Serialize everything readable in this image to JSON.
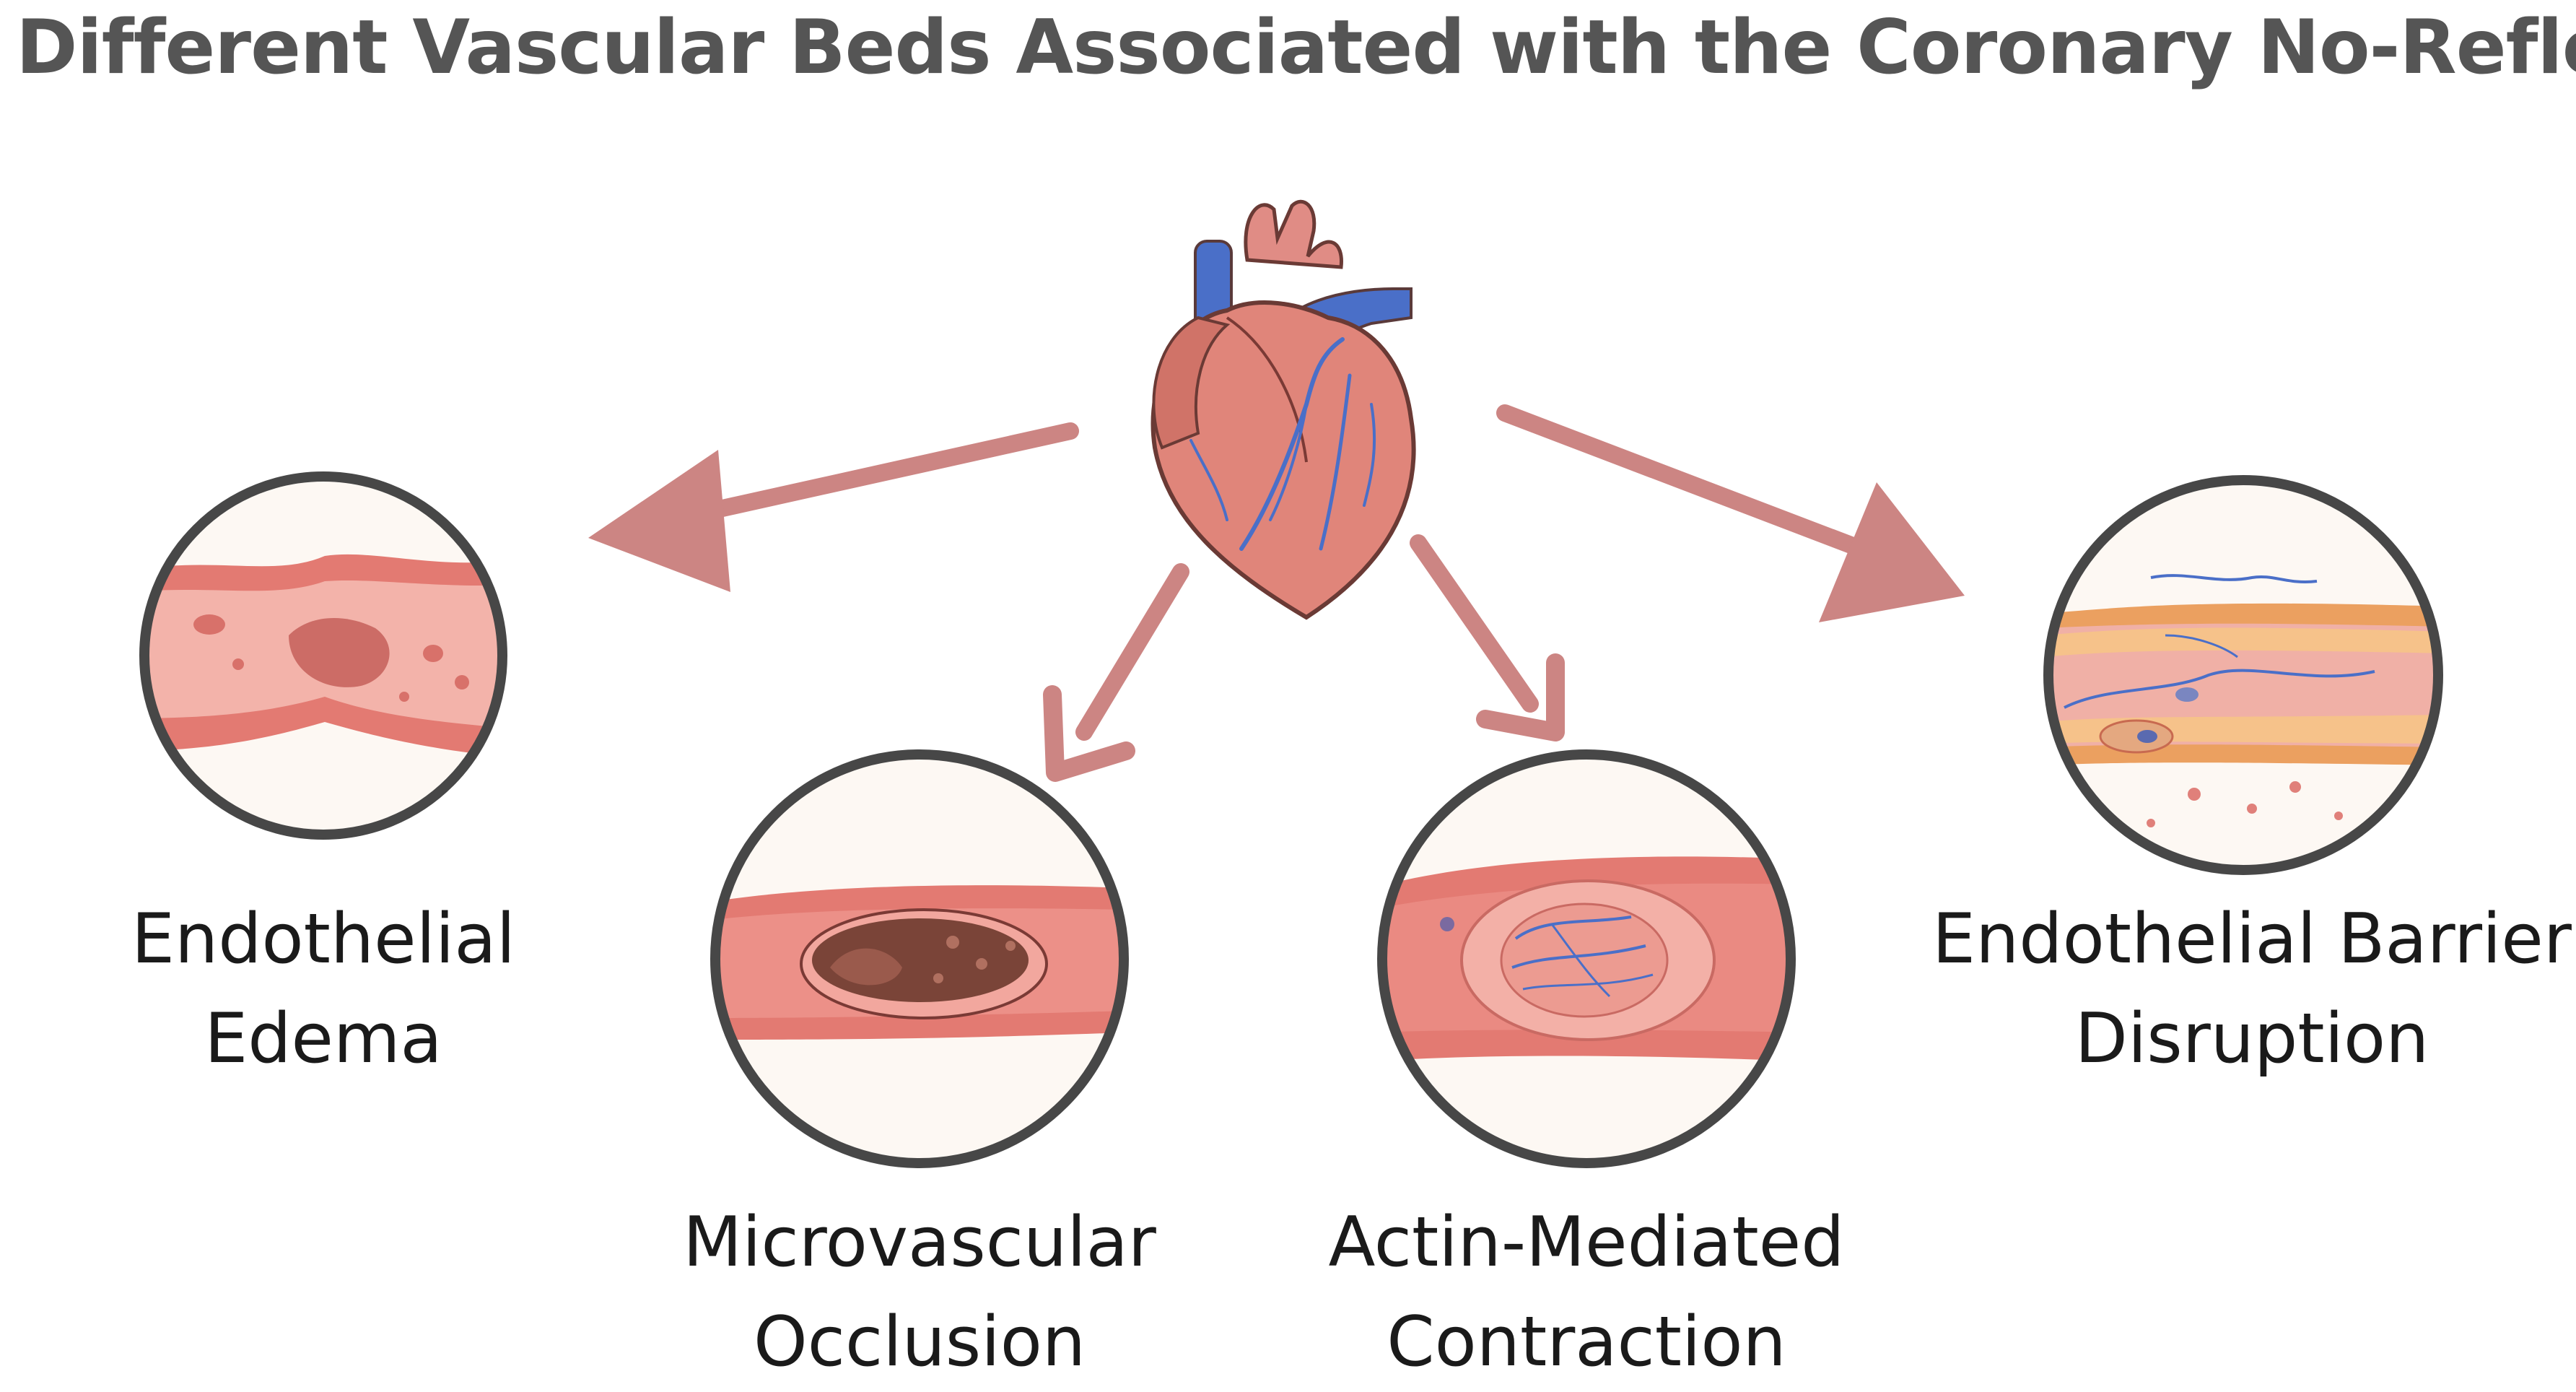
{
  "title": "Different Vascular Beds Associated with the Coronary No-Reflow",
  "colors": {
    "arrow": "#cc8583",
    "ring": "#474747",
    "vessel_wall": "#e37a72",
    "vessel_lumen": "#f3b3aa",
    "heart": "#e0857a",
    "veins": "#4a6fc8"
  },
  "icons": {
    "center": "heart-icon",
    "panels": [
      "edema-vessel-icon",
      "occlusion-vessel-icon",
      "contraction-vessel-icon",
      "barrier-vessel-icon"
    ]
  },
  "nodes": [
    {
      "id": "edema",
      "line1": "Endothelial",
      "line2": "Edema"
    },
    {
      "id": "occlusion",
      "line1": "Microvascular",
      "line2": "Occlusion"
    },
    {
      "id": "contraction",
      "line1": "Actin-Mediated",
      "line2": "Contraction"
    },
    {
      "id": "barrier",
      "line1": "Endothelial Barrier",
      "line2": "Disruption"
    }
  ]
}
